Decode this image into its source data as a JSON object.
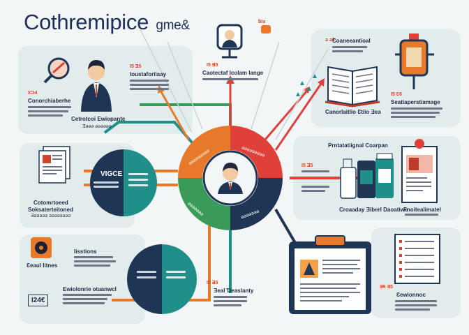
{
  "title": {
    "main": "Cothremipice",
    "suffix": "gme&"
  },
  "top_badge": "ƃIǝ",
  "center": {
    "orange_label": "ǝǝǝǝǝǝǝǝǝ",
    "red_label": "ǝǝǝǝǝǝǝǝǝ",
    "green_label": "ǝǝǝǝǝǝǝ",
    "navy_label": "ǝǝǝǝǝǝǝ"
  },
  "left_top": {
    "num": "ƐƆ4",
    "head": "Conorchiaberhe",
    "caption": "Cetrotcoi Ewiopante",
    "caption_sub": "Ǝǝǝǝ ǝǝǝǝǝǝ",
    "num2": "I5 Ǝ5",
    "head2": "Ioustaforiiaay"
  },
  "left_mid": {
    "circle_label": "VIGCE",
    "head": "Cotomrtoeed",
    "head2": "Soksaterteitoned",
    "sub": "Ǝǝǝǝǝǝ ǝǝǝǝǝǝǝǝ"
  },
  "left_bot": {
    "head": "Ɛeaul Iitnes",
    "num_box": "I24€",
    "head2": "Ewiolonrie otaanwcl",
    "head3": "Iisstions"
  },
  "bottom_center": {
    "num": "I5 Ǝ5",
    "head": "Ǝeal Ɗeaslanty"
  },
  "top_center": {
    "num": "I5 Ǝ5",
    "head": "Caotectaf Icolam lange"
  },
  "top_right": {
    "num": "ǝ ǝ8",
    "head": "Coaneeantioal",
    "caption": "Canorlaitlio Ɛtiio Ǝea",
    "num2": "I5 Ɛ6",
    "head2": "Seatiaperstiamage"
  },
  "mid_right": {
    "num": "I5 Ǝ5",
    "head": "Prntatatiignal Coarpan",
    "caption": "Croaaday Ǝiberl Daoatiwo",
    "head2": "Fnoitealimatel"
  },
  "bot_right": {
    "num": "Ǝ5 Ǝ5",
    "head": "Ɛewionnoc"
  },
  "colors": {
    "navy": "#1f3554",
    "teal": "#1f8f8a",
    "orange": "#e8792b",
    "red": "#e0403a",
    "green": "#3a9a5a"
  }
}
